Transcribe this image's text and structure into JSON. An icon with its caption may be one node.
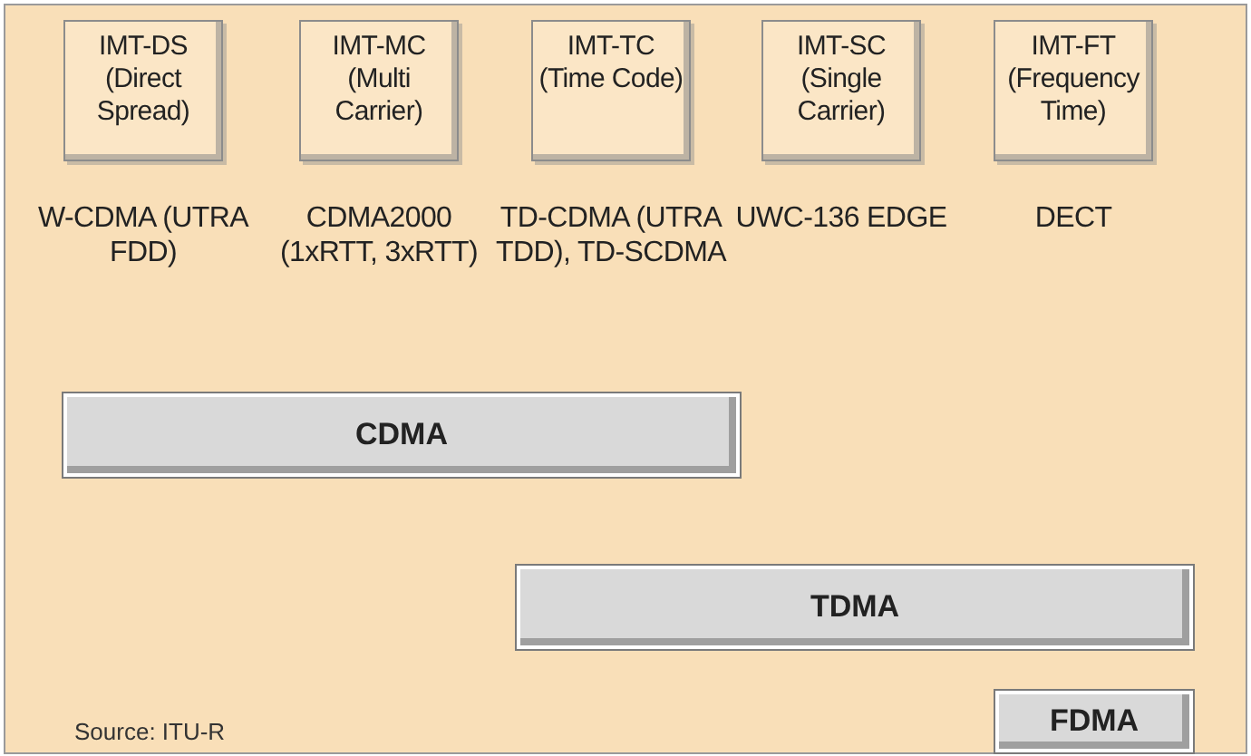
{
  "diagram": {
    "caption": "Source: ITU-R",
    "nodes": [
      {
        "text": [
          "IMT-DS (Direct Spread)"
        ],
        "beside": [
          "W-CDMA (UTRA FDD)"
        ]
      },
      {
        "text": [
          "IMT-MC (Multi Carrier)"
        ],
        "beside": [
          "CDMA2000 (1xRTT, 3xRTT)"
        ]
      },
      {
        "text": [
          "IMT-TC (Time Code)"
        ],
        "beside": [
          "TD-CDMA (UTRA TDD), TD-SCDMA"
        ]
      },
      {
        "text": [
          "IMT-SC (Single Carrier)"
        ],
        "beside": [
          "UWC-136 EDGE"
        ]
      },
      {
        "text": [
          "IMT-FT (Frequency Time)"
        ],
        "beside": [
          "DECT"
        ]
      },
      {
        "text": [
          "CDMA"
        ]
      },
      {
        "text": [
          "TDMA"
        ]
      },
      {
        "text": [
          "FDMA"
        ]
      }
    ],
    "edges": []
  }
}
